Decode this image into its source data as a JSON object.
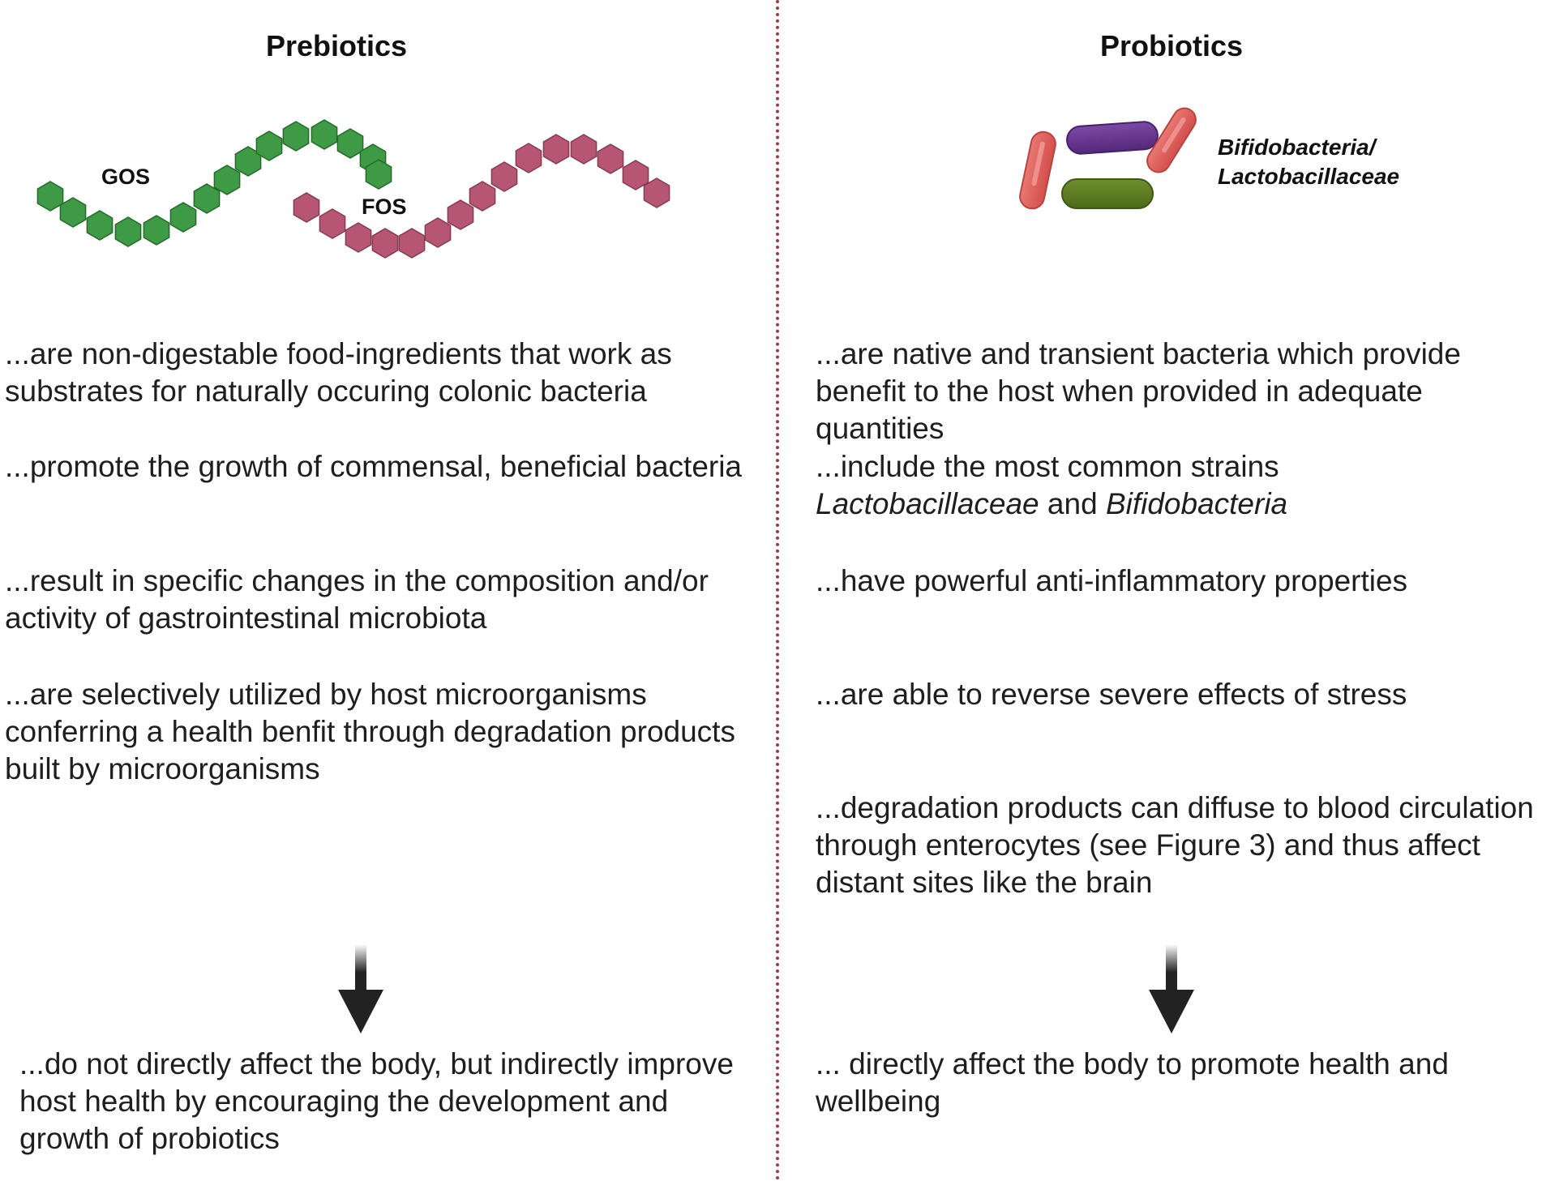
{
  "left": {
    "title": "Prebiotics",
    "gos_label": "GOS",
    "fos_label": "FOS",
    "points": [
      "...are non-digestable food-ingredients that work as substrates for naturally occuring colonic bacteria",
      "...promote the growth of commensal, beneficial bacteria",
      "...result in specific changes in the composition and/or activity of gastrointestinal microbiota",
      "...are selectively utilized by host microorganisms conferring a health benfit through degradation products built by microorganisms"
    ],
    "conclusion": "...do not directly affect the body, but indirectly improve host health by encouraging the development and growth of probiotics"
  },
  "right": {
    "title": "Probiotics",
    "bacteria_label_1": "Bifidobacteria/",
    "bacteria_label_2": "Lactobacillaceae",
    "point1": "...are native and transient bacteria which provide benefit to the host when provided in adequate quantities",
    "point2_prefix": "...include the most common strains",
    "point2_strain1": "Lactobacillaceae",
    "point2_and": "and",
    "point2_strain2": "Bifidobacteria",
    "point3": "...have powerful anti-inflammatory properties",
    "point4": "...are able to reverse severe effects of stress",
    "point5": "...degradation products can diffuse to blood circulation through enterocytes (see Figure 3) and thus affect distant sites like the brain",
    "conclusion": "... directly affect the body to promote health and wellbeing"
  },
  "colors": {
    "gos": "#3e9a44",
    "fos": "#b75674",
    "divider": "#a23a45",
    "arrow": "#222222",
    "rod_red": "#e0625e",
    "rod_purple": "#6a3a92",
    "rod_green": "#5a7a22"
  },
  "icons": [
    "gos-chain-icon",
    "fos-chain-icon",
    "bacteria-icon",
    "down-arrow-icon"
  ]
}
